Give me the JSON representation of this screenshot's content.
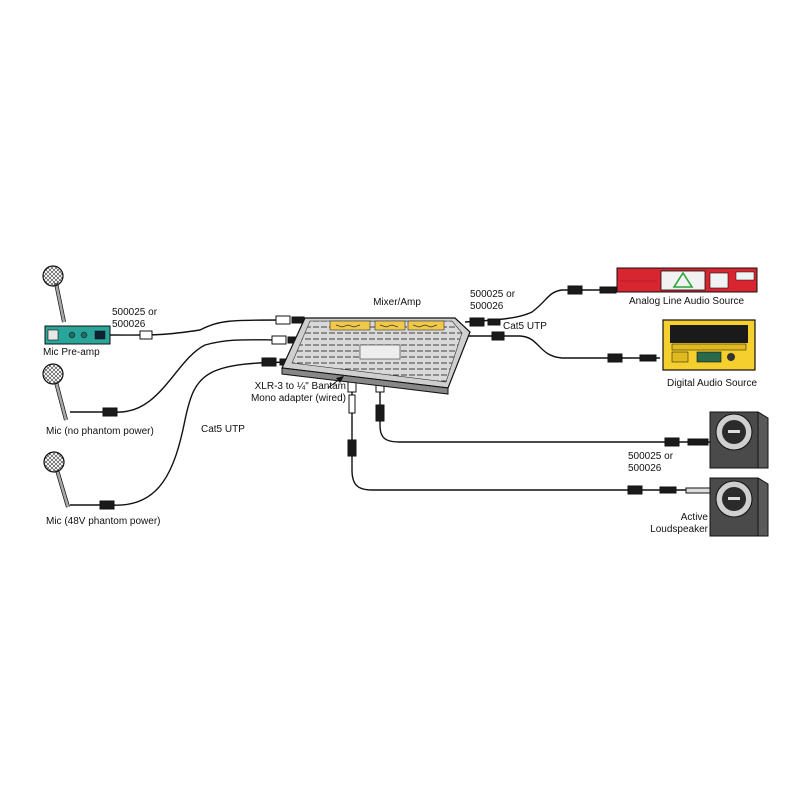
{
  "labels": {
    "mixer": "Mixer/Amp",
    "mic_preamp": "Mic Pre-amp",
    "mic_no_phantom": "Mic (no phantom power)",
    "mic_48v": "Mic (48V phantom power)",
    "cable_left_1": "500025 or",
    "cable_left_2": "500026",
    "cat5_left": "Cat5 UTP",
    "cable_top_1": "500025 or",
    "cable_top_2": "500026",
    "cat5_right": "Cat5 UTP",
    "analog_source": "Analog Line Audio Source",
    "digital_source": "Digital Audio Source",
    "adapter_1": "XLR-3 to ¼\" Bantam",
    "adapter_2": "Mono adapter (wired)",
    "cable_right_1": "500025 or",
    "cable_right_2": "500026",
    "speaker_1": "Active",
    "speaker_2": "Loudspeaker"
  },
  "colors": {
    "cable": "#111111",
    "preamp": "#2aa59a",
    "analog_source": "#d8252f",
    "digital_source": "#f4cf2e",
    "console_knobs": "#f0c94a",
    "speaker_body": "#5a5a5a",
    "speaker_driver": "#2b2b2b",
    "mic_body": "#a8a8a8"
  }
}
